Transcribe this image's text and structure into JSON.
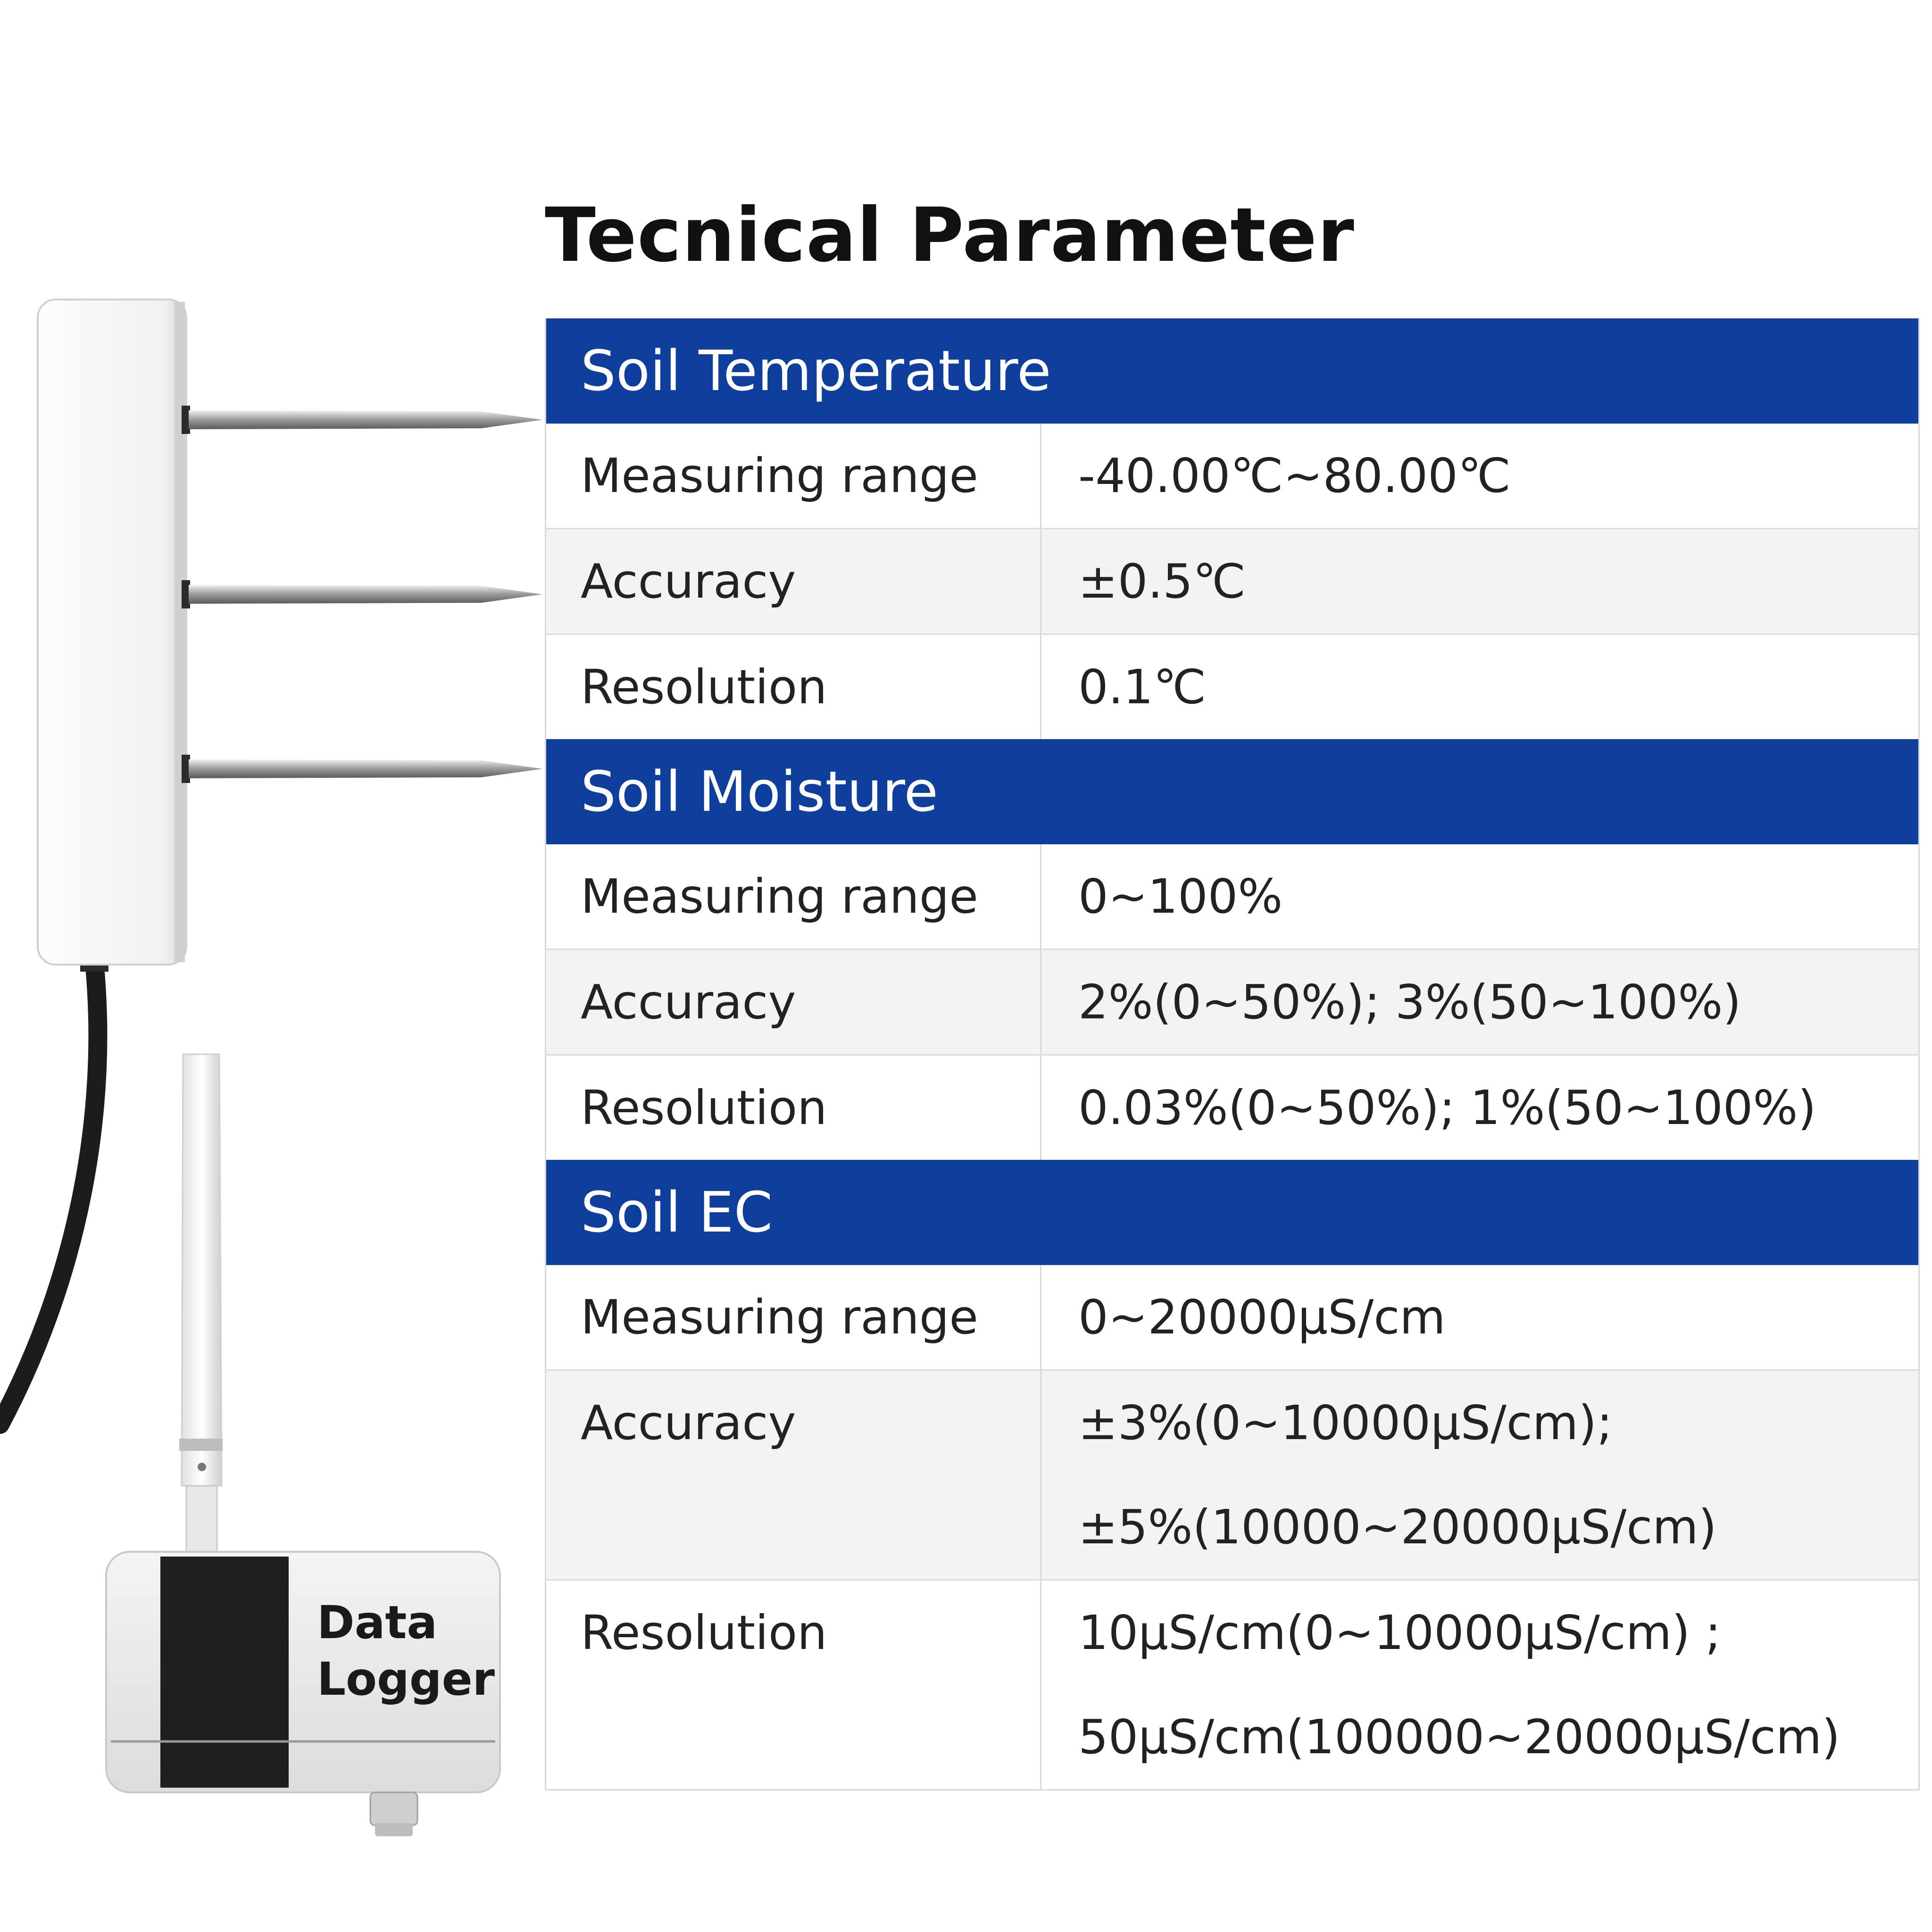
{
  "title": "Tecnical Parameter",
  "sections": [
    {
      "header": "Soil Temperature",
      "rows": [
        {
          "label": "Measuring range",
          "values": [
            "-40.00℃~80.00℃"
          ]
        },
        {
          "label": "Accuracy",
          "values": [
            "±0.5℃"
          ]
        },
        {
          "label": "Resolution",
          "values": [
            "0.1℃"
          ]
        }
      ]
    },
    {
      "header": "Soil Moisture",
      "rows": [
        {
          "label": "Measuring range",
          "values": [
            "0~100%"
          ]
        },
        {
          "label": "Accuracy",
          "values": [
            "2%(0~50%); 3%(50~100%)"
          ]
        },
        {
          "label": "Resolution",
          "values": [
            "0.03%(0~50%); 1%(50~100%)"
          ]
        }
      ]
    },
    {
      "header": "Soil EC",
      "rows": [
        {
          "label": "Measuring range",
          "values": [
            "0~20000μS/cm"
          ]
        },
        {
          "label": "Accuracy",
          "values": [
            "±3%(0~10000μS/cm);",
            "±5%(10000~20000μS/cm)"
          ]
        },
        {
          "label": "Resolution",
          "values": [
            "10μS/cm(0~10000μS/cm) ;",
            "50μS/cm(100000~20000μS/cm)"
          ]
        }
      ]
    }
  ],
  "device": {
    "logger_line1": "Data",
    "logger_line2": "Logger"
  },
  "colors": {
    "header_bg": "#0e3f9c",
    "header_text": "#ffffff",
    "row_alt": "#f3f3f3"
  }
}
